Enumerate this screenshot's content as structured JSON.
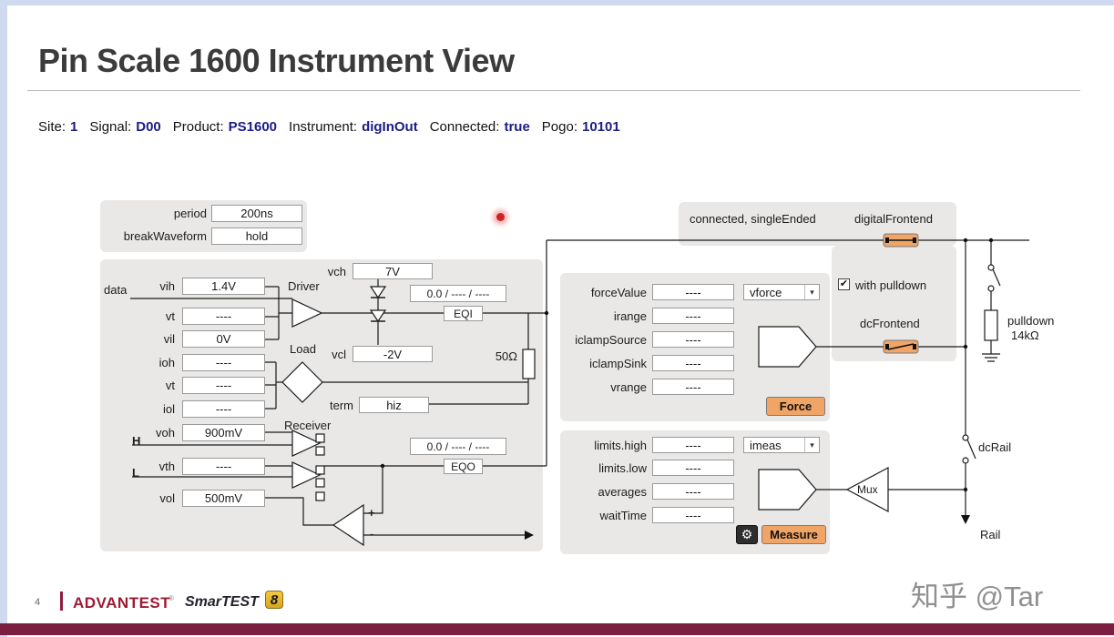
{
  "page": {
    "title": "Pin Scale 1600 Instrument View",
    "page_number": "4",
    "watermark": "知乎 @Tar"
  },
  "status": {
    "items": [
      {
        "label": "Site:",
        "value": "1"
      },
      {
        "label": "Signal:",
        "value": "D00"
      },
      {
        "label": "Product:",
        "value": "PS1600"
      },
      {
        "label": "Instrument:",
        "value": "digInOut"
      },
      {
        "label": "Connected:",
        "value": "true"
      },
      {
        "label": "Pogo:",
        "value": "10101"
      }
    ]
  },
  "timing": {
    "rows": [
      {
        "label": "period",
        "value": "200ns"
      },
      {
        "label": "breakWaveform",
        "value": "hold"
      }
    ]
  },
  "pin": {
    "data_label": "data",
    "driver_label": "Driver",
    "load_label": "Load",
    "receiver_label": "Receiver",
    "vch": {
      "label": "vch",
      "value": "7V"
    },
    "vcl": {
      "label": "vcl",
      "value": "-2V"
    },
    "term": {
      "label": "term",
      "value": "hiz"
    },
    "rows": [
      {
        "label": "vih",
        "value": "1.4V"
      },
      {
        "label": "vt",
        "value": "----"
      },
      {
        "label": "vil",
        "value": "0V"
      },
      {
        "label": "ioh",
        "value": "----"
      },
      {
        "label": "vt",
        "value": "----"
      },
      {
        "label": "iol",
        "value": "----"
      },
      {
        "label": "voh",
        "value": "900mV"
      },
      {
        "label": "vth",
        "value": "----"
      },
      {
        "label": "vol",
        "value": "500mV"
      }
    ],
    "eqi": "EQI",
    "eqo": "EQO",
    "meas_in": "0.0 / ---- / ----",
    "meas_out": "0.0 / ---- / ----",
    "resistor": "50Ω",
    "h_label": "H",
    "l_label": "L",
    "plus": "+",
    "minus": "-"
  },
  "force": {
    "rows": [
      {
        "label": "forceValue",
        "value": "----"
      },
      {
        "label": "irange",
        "value": "----"
      },
      {
        "label": "iclampSource",
        "value": "----"
      },
      {
        "label": "iclampSink",
        "value": "----"
      },
      {
        "label": "vrange",
        "value": "----"
      }
    ],
    "mode": "vforce",
    "button": "Force"
  },
  "measure": {
    "rows": [
      {
        "label": "limits.high",
        "value": "----"
      },
      {
        "label": "limits.low",
        "value": "----"
      },
      {
        "label": "averages",
        "value": "----"
      },
      {
        "label": "waitTime",
        "value": "----"
      }
    ],
    "mode": "imeas",
    "button": "Measure"
  },
  "frontend": {
    "connected_text": "connected, singleEnded",
    "digital_label": "digitalFrontend",
    "dc_label": "dcFrontend",
    "with_pulldown": {
      "label": "with pulldown",
      "checked": true
    },
    "pulldown_label": "pulldown",
    "pulldown_value": "14kΩ",
    "dcrail_label": "dcRail",
    "rail_label": "Rail",
    "mux_label": "Mux"
  },
  "icons": {
    "dropdown_arrow": "▾",
    "gear": "⚙",
    "check": "✔"
  },
  "colors": {
    "accent_orange": "#f0a466",
    "panel_gray": "#e9e8e6",
    "brand_maroon": "#7a1f40",
    "navy_value": "#1c1c86",
    "edge_blue": "#cfdaf0"
  },
  "footer": {
    "advantest": "ADVANTEST",
    "reg": "®",
    "smartest": "SmarTEST",
    "eight": "8"
  }
}
